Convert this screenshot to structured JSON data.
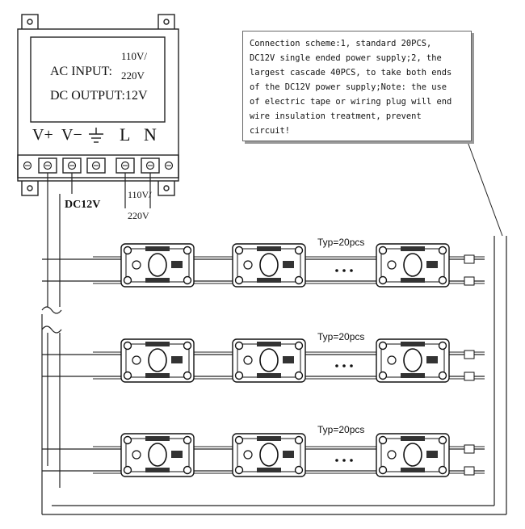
{
  "psu": {
    "ac_input_label": "AC INPUT:",
    "ac_input_value_line1": "110V/",
    "ac_input_value_line2": "220V",
    "dc_output_label": "DC OUTPUT:",
    "dc_output_value": "12V",
    "terminals": [
      "V+",
      "V−",
      "⏚",
      "L",
      "N"
    ],
    "ac_supply_line1": "110V/",
    "ac_supply_line2": "220V",
    "dc_cable_label": "DC12V"
  },
  "note": {
    "text": "Connection scheme:1, standard 20PCS,\nDC12V single ended power supply;2, the\nlargest cascade 40PCS, to take both ends\nof the DC12V power supply;Note: the use\nof electric tape or wiring plug will end\nwire insulation treatment, prevent\ncircuit!"
  },
  "rows": [
    {
      "label": "Typ=20pcs"
    },
    {
      "label": "Typ=20pcs"
    },
    {
      "label": "Typ=20pcs"
    }
  ],
  "colors": {
    "line": "#222222",
    "module_fill": "#ffffff",
    "module_stroke": "#111111"
  },
  "icons": {
    "ground": "ground-symbol-icon",
    "terminal_screw": "screw-terminal-icon",
    "led": "led-lens-icon"
  }
}
